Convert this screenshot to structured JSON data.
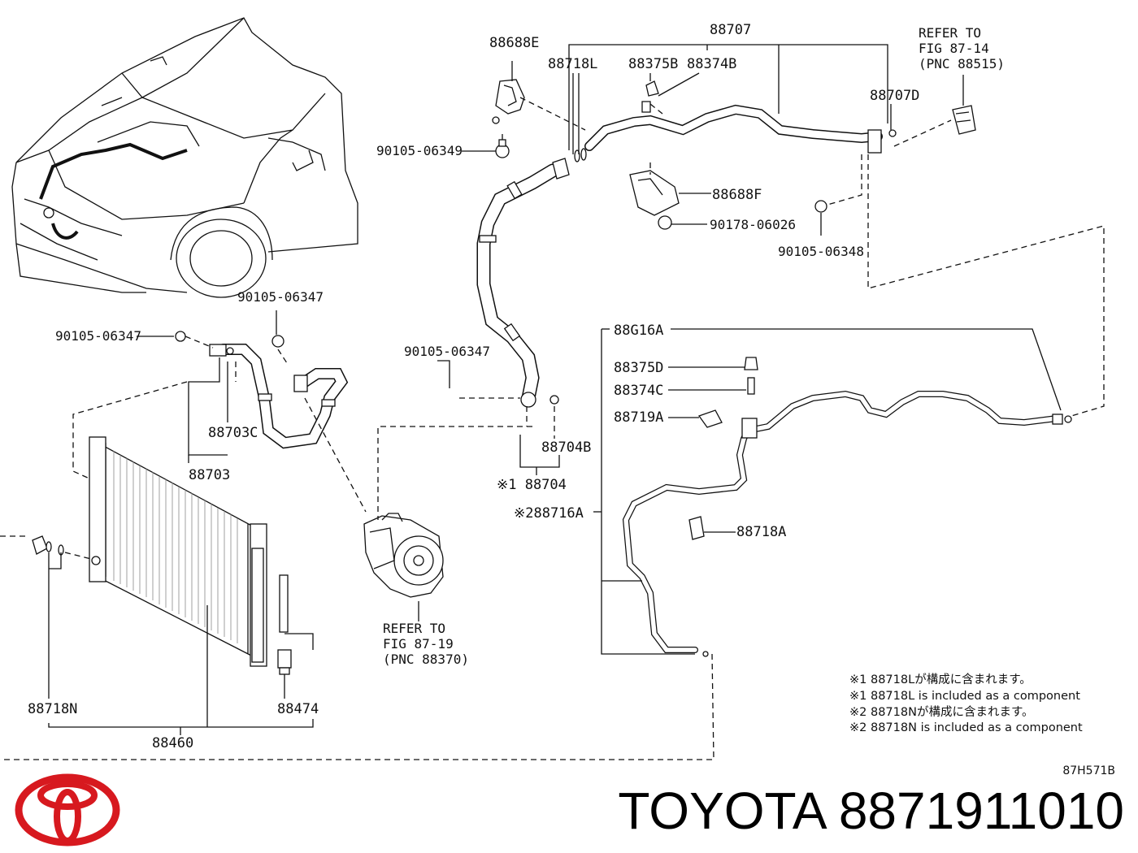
{
  "labels": {
    "p88707": "88707",
    "p88688E": "88688E",
    "p88718L": "88718L",
    "p88375B": "88375B",
    "p88374B": "88374B",
    "p88707D": "88707D",
    "p90105_06349": "90105-06349",
    "p88688F": "88688F",
    "p90178_06026": "90178-06026",
    "p90105_06348": "90105-06348",
    "p90105_06347a": "90105-06347",
    "p90105_06347b": "90105-06347",
    "p90105_06347c": "90105-06347",
    "p88703C": "88703C",
    "p88703": "88703",
    "p88704B": "88704B",
    "p88704": "※1 88704",
    "p88716A": "※288716A",
    "p88G16A": "88G16A",
    "p88375D": "88375D",
    "p88374C": "88374C",
    "p88719A": "88719A",
    "p88718A": "88718A",
    "p88718N": "88718N",
    "p88474": "88474",
    "p88460": "88460"
  },
  "refer_top": [
    "REFER TO",
    "FIG 87-14",
    "(PNC 88515)"
  ],
  "refer_mid": [
    "REFER TO",
    "FIG 87-19",
    "(PNC 88370)"
  ],
  "notes": [
    "※1 88718Lが構成に含まれます。",
    "※1 88718L is included as a component",
    "※2 88718Nが構成に含まれます。",
    "※2 88718N is included as a component"
  ],
  "diagram_code": "87H571B",
  "brand": {
    "text": "TOYOTA 8871911010",
    "logo_color": "#d7191f"
  }
}
